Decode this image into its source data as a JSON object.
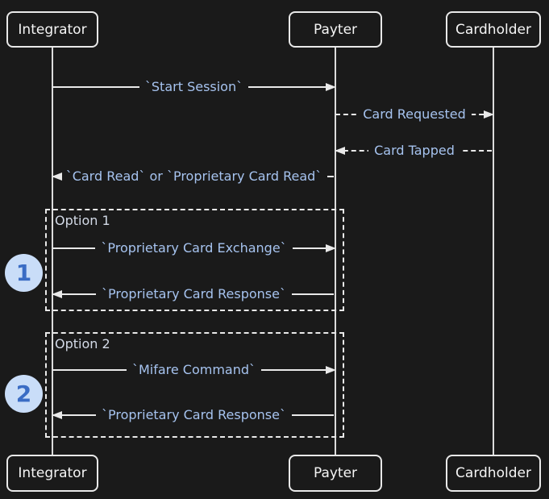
{
  "diagram": {
    "type": "sequence",
    "actors": [
      "Integrator",
      "Payter",
      "Cardholder"
    ],
    "messages": [
      {
        "label": "`Start Session`",
        "from": "Integrator",
        "to": "Payter",
        "line": "solid"
      },
      {
        "label": "Card Requested",
        "from": "Payter",
        "to": "Cardholder",
        "line": "dashed"
      },
      {
        "label": "Card Tapped",
        "from": "Cardholder",
        "to": "Payter",
        "line": "dashed"
      },
      {
        "label": "`Card Read` or `Proprietary Card Read`",
        "from": "Payter",
        "to": "Integrator",
        "line": "solid"
      },
      {
        "label": "`Proprietary Card Exchange`",
        "from": "Integrator",
        "to": "Payter",
        "line": "solid",
        "group": "Option 1"
      },
      {
        "label": "`Proprietary Card Response`",
        "from": "Payter",
        "to": "Integrator",
        "line": "solid",
        "group": "Option 1"
      },
      {
        "label": "`Mifare Command`",
        "from": "Integrator",
        "to": "Payter",
        "line": "solid",
        "group": "Option 2"
      },
      {
        "label": "`Proprietary Card Response`",
        "from": "Payter",
        "to": "Integrator",
        "line": "solid",
        "group": "Option 2"
      }
    ],
    "groups": [
      {
        "label": "Option 1",
        "badge": "1"
      },
      {
        "label": "Option 2",
        "badge": "2"
      }
    ],
    "colors": {
      "background": "#1a1a1a",
      "line": "#e9e9e9",
      "actor_text": "#f5f5f5",
      "message_text": "#a6c3ef",
      "group_label_text": "#d3dae7",
      "badge_fill": "#c9ddf8",
      "badge_text": "#3a6cc4"
    }
  }
}
